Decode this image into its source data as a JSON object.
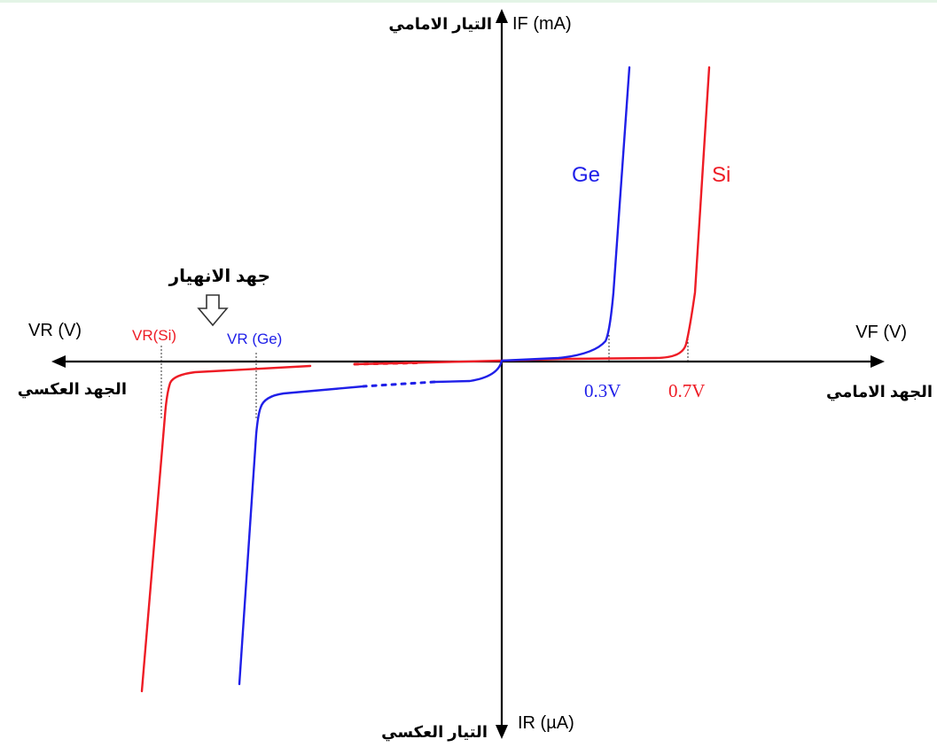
{
  "colors": {
    "axis": "#000000",
    "silicon": "#ee1c25",
    "germanium": "#1f1fe8",
    "dotted_guide": "#333333"
  },
  "labels": {
    "forward_current_axis": "IF (mA)",
    "forward_current_arabic": "التيار الامامي",
    "reverse_current_axis": "IR (µA)",
    "reverse_current_arabic": "التيار العكسي",
    "forward_voltage_axis": "VF (V)",
    "forward_voltage_arabic": "الجهد الامامي",
    "reverse_voltage_axis": "VR (V)",
    "reverse_voltage_arabic": "الجهد العكسي",
    "breakdown_voltage_arabic": "جهد الانهيار",
    "vr_si": "VR(Si)",
    "vr_ge": "VR (Ge)",
    "ge_curve": "Ge",
    "si_curve": "Si",
    "ge_knee_voltage": "0.3V",
    "si_knee_voltage": "0.7V"
  },
  "icons": {
    "breakdown_pointer": "down-arrow-outline-icon"
  }
}
